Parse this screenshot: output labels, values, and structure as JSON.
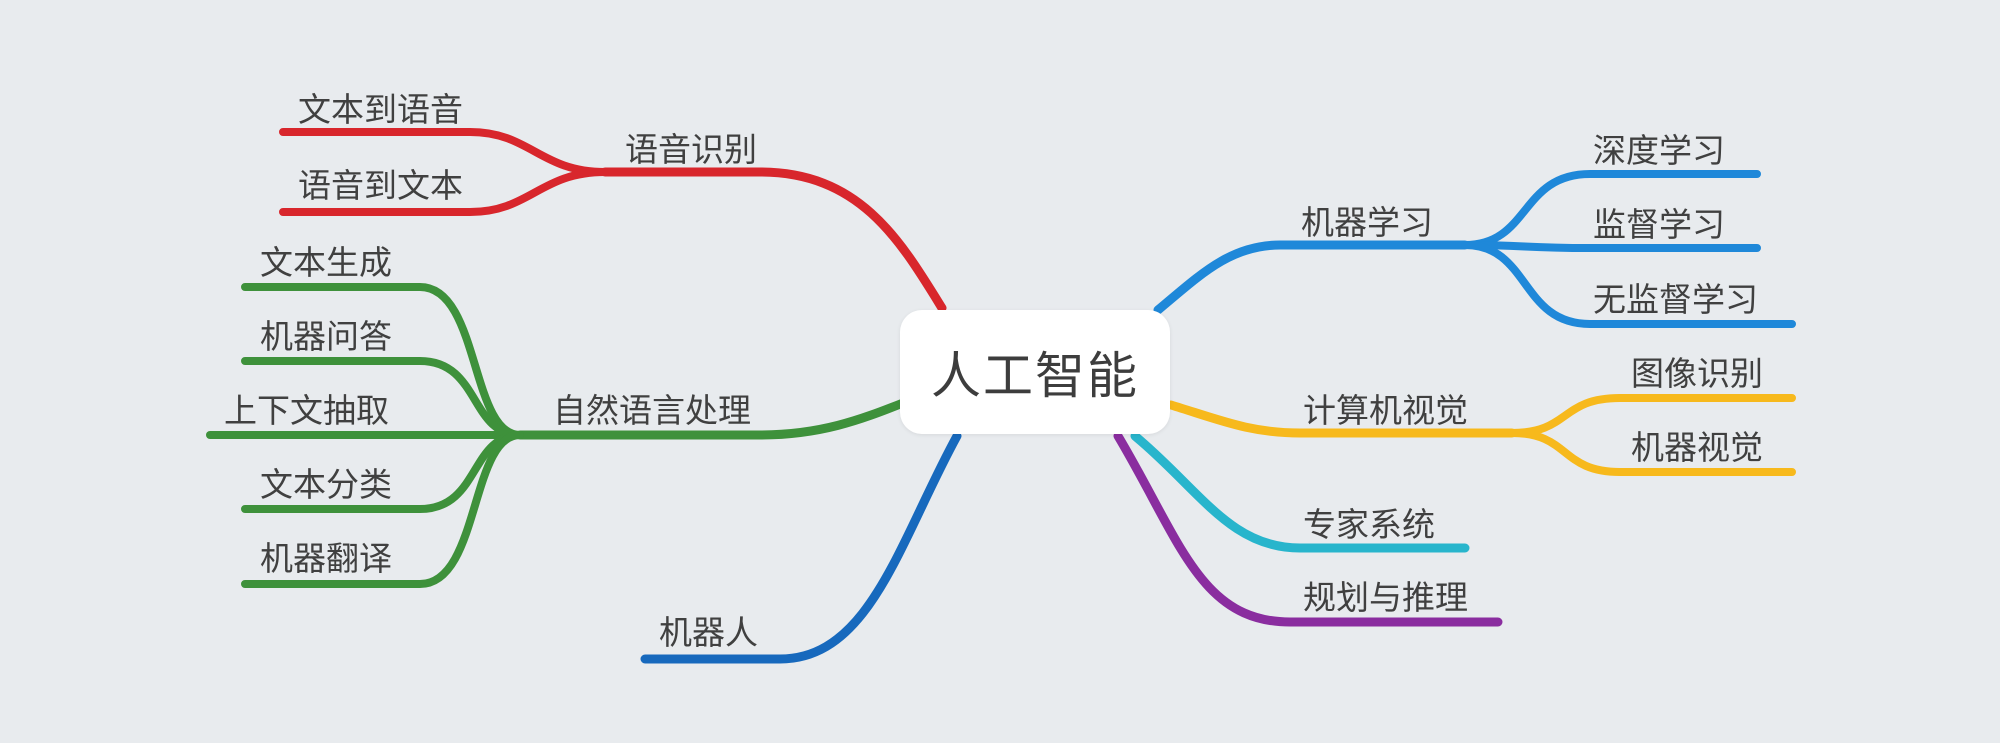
{
  "root": {
    "label": "人工智能"
  },
  "branches": {
    "speech": {
      "label": "语音识别",
      "color": "#d8262c",
      "children": [
        "文本到语音",
        "语音到文本"
      ]
    },
    "nlp": {
      "label": "自然语言处理",
      "color": "#3e913b",
      "children": [
        "文本生成",
        "机器问答",
        "上下文抽取",
        "文本分类",
        "机器翻译"
      ]
    },
    "robot": {
      "label": "机器人",
      "color": "#1769bd",
      "children": []
    },
    "ml": {
      "label": "机器学习",
      "color": "#1f88d9",
      "children": [
        "深度学习",
        "监督学习",
        "无监督学习"
      ]
    },
    "cv": {
      "label": "计算机视觉",
      "color": "#f7b91c",
      "children": [
        "图像识别",
        "机器视觉"
      ]
    },
    "expert": {
      "label": "专家系统",
      "color": "#28b5cc",
      "children": []
    },
    "planning": {
      "label": "规划与推理",
      "color": "#8a2d9f",
      "children": []
    }
  }
}
